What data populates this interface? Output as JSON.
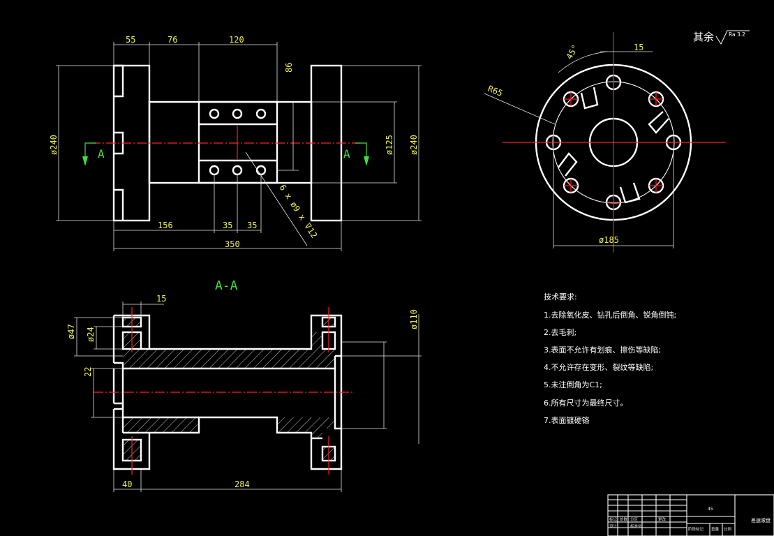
{
  "front_view": {
    "dims": {
      "d55": "55",
      "d76": "76",
      "d120": "120",
      "d86": "86",
      "d156": "156",
      "d35a": "35",
      "d35b": "35",
      "d350": "350",
      "dia240_left": "ø240",
      "dia240_right": "ø240",
      "dia125": "ø125"
    },
    "hole_callout": "6 x ø9 x ⊽12",
    "section_mark_left": "A",
    "section_mark_right": "A"
  },
  "side_view": {
    "angle": "45°",
    "slot_width": "15",
    "radius": "R65",
    "dia185": "ø185"
  },
  "surface_finish": {
    "prefix": "其余",
    "value": "Ra 3.2"
  },
  "section_view": {
    "title": "A-A",
    "dims": {
      "d15": "15",
      "d47": "ø47",
      "d24": "ø24",
      "d22": "22",
      "d110": "ø110",
      "d40": "40",
      "d284": "284"
    }
  },
  "tech_requirements": {
    "heading": "技术要求:",
    "items": [
      "1.去除氧化皮、钻孔后倒角、锐角倒钝;",
      "2.去毛刺;",
      "3.表面不允许有划痕、擦伤等缺陷;",
      "4.不允许存在变形、裂纹等缺陷;",
      "5.未注倒角为C1;",
      "6.所有尺寸为最终尺寸。",
      "7.表面镀硬铬"
    ]
  },
  "title_block": {
    "material": "45",
    "part_name": "差速滚盘",
    "row_labels": [
      "标记",
      "处数",
      "分区",
      "更改",
      "设计",
      "标准化",
      "阶段标记",
      "重量",
      "比例"
    ]
  }
}
